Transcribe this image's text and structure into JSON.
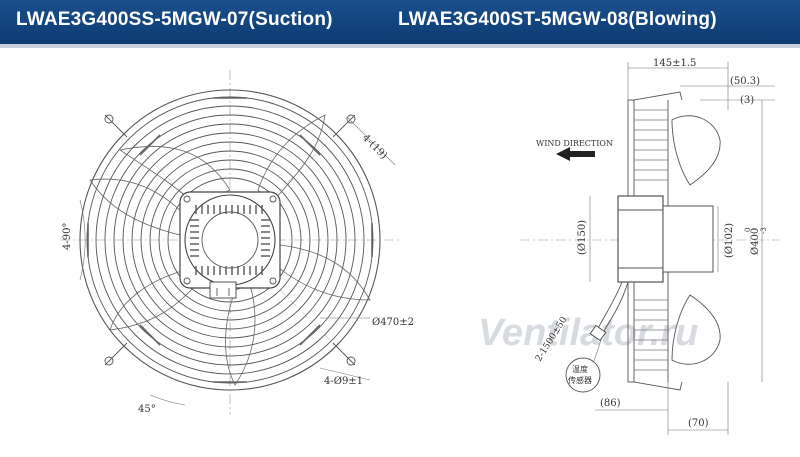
{
  "header": {
    "left_title": "LWAE3G400SS-5MGW-07(Suction)",
    "right_title": "LWAE3G400ST-5MGW-08(Blowing)"
  },
  "front_view": {
    "dims": {
      "angle_4x90": "4-90°",
      "angle_45": "45°",
      "dim_4_19": "4-(19)",
      "dim_470": "Ø470±2",
      "dim_4_9": "4-Ø9±1"
    }
  },
  "side_view": {
    "wind_direction": "WIND DIRECTION",
    "dims": {
      "d145": "145±1.5",
      "d50_3": "(50.3)",
      "d3": "(3)",
      "d150": "(Ø150)",
      "d102": "(Ø102)",
      "d400": "Ø400",
      "d400_tol_top": "0",
      "d400_tol_bot": "-3",
      "cable": "2-1500±50",
      "sensor_line1": "温度",
      "sensor_line2": "传感器",
      "d86": "(86)",
      "d70": "(70)"
    }
  },
  "watermark": "Ventilator.ru",
  "colors": {
    "header_bg": "#134584",
    "line": "#555555",
    "dim_line": "#777777"
  }
}
